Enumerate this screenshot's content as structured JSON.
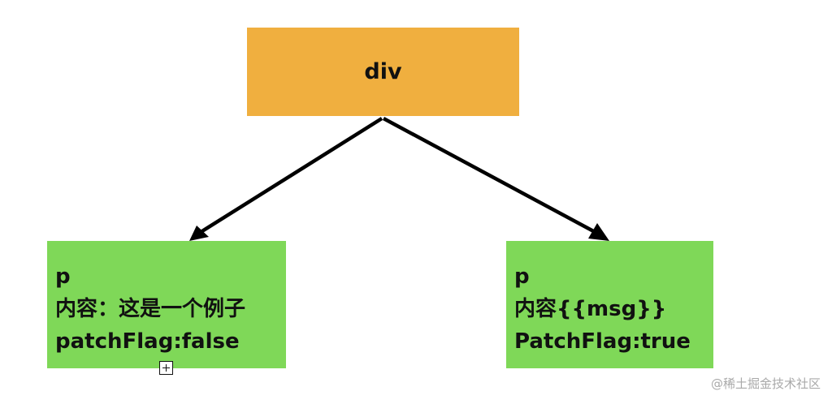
{
  "diagram": {
    "root": {
      "label": "div"
    },
    "children": [
      {
        "lines": [
          "p",
          "内容：这是一个例子",
          "patchFlag:false"
        ]
      },
      {
        "lines": [
          "p",
          "内容{{msg}}",
          "PatchFlag:true"
        ]
      }
    ],
    "colors": {
      "root": "#F0AF3F",
      "child": "#7FD858",
      "edge": "#000000"
    }
  },
  "watermark": "@稀土掘金技术社区"
}
